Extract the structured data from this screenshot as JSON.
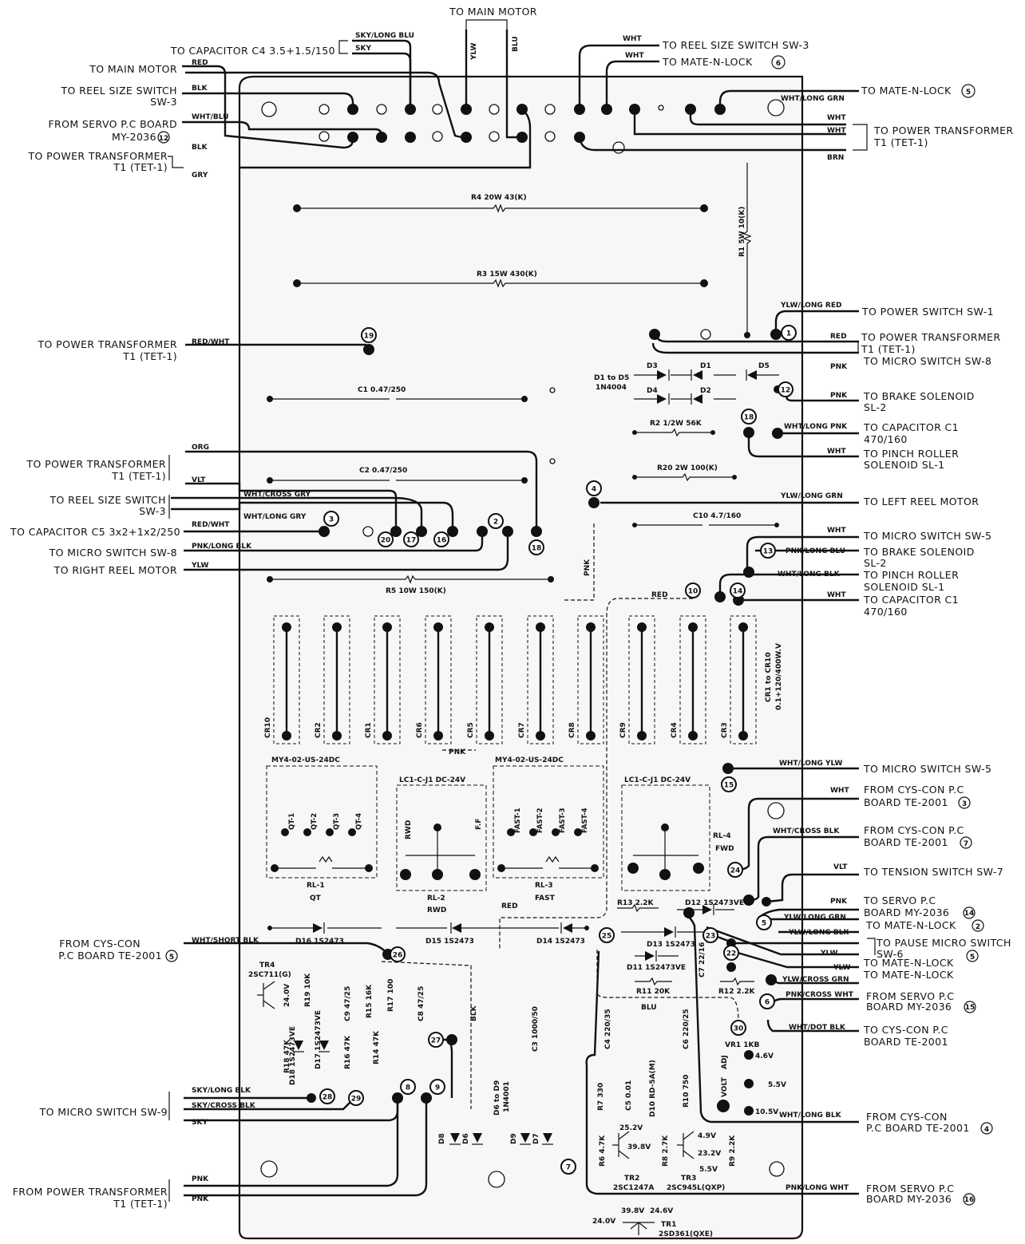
{
  "labels": {
    "main_motor_top": "TO MAIN MOTOR",
    "cap_c4": "TO CAPACITOR C4  3.5+1.5/150",
    "main_motor_left": "TO MAIN MOTOR",
    "reel_size_sw3_a": "TO REEL SIZE SWITCH",
    "reel_size_sw3_a2": "SW-3",
    "servo_my2036_12": "FROM SERVO P.C BOARD",
    "servo_my2036_12b": "MY-2036",
    "power_t1_a": "TO POWER TRANSFORMER",
    "power_t1_a2": "T1 (TET-1)",
    "reel_size_sw3_b": "TO REEL SIZE SWITCH SW-3",
    "mate_n_lock_6": "TO MATE-N-LOCK",
    "mate_n_lock_5": "TO MATE-N-LOCK",
    "power_t1_b": "TO POWER TRANSFORMER",
    "power_t1_b2": "T1 (TET-1)",
    "power_sw1": "TO POWER SWITCH SW-1",
    "power_t1_c": "TO POWER TRANSFORMER",
    "power_t1_c2": "T1 (TET-1)",
    "power_t1_d": "TO POWER TRANSFORMER",
    "power_t1_d2": "T1 (TET-1)",
    "micro_sw8_r": "TO MICRO SWITCH SW-8",
    "brake_sl2_a": "TO BRAKE SOLENOID",
    "brake_sl2_a2": "SL-2",
    "cap_c1_a": "TO CAPACITOR C1",
    "cap_c1_a2": "470/160",
    "pinch_sl1_a": "TO PINCH ROLLER",
    "pinch_sl1_a2": "SOLENOID SL-1",
    "power_t1_e": "TO POWER TRANSFORMER",
    "power_t1_e2": "T1 (TET-1)",
    "reel_size_sw3_c": "TO REEL SIZE SWITCH",
    "reel_size_sw3_c2": "SW-3",
    "cap_c5": "TO CAPACITOR C5  3x2+1x2/250",
    "micro_sw8_l": "TO MICRO SWITCH SW-8",
    "right_reel": "TO RIGHT REEL MOTOR",
    "left_reel": "TO LEFT REEL MOTOR",
    "micro_sw5_a": "TO MICRO SWITCH SW-5",
    "brake_sl2_b": "TO BRAKE SOLENOID",
    "brake_sl2_b2": "SL-2",
    "pinch_sl1_b": "TO PINCH ROLLER",
    "pinch_sl1_b2": "SOLENOID SL-1",
    "cap_c1_b": "TO CAPACITOR C1",
    "cap_c1_b2": "470/160",
    "micro_sw5_b": "TO MICRO SWITCH SW-5",
    "cyscon_3": "FROM CYS-CON P.C",
    "cyscon_3b": "BOARD TE-2001",
    "cyscon_7": "FROM CYS-CON P.C",
    "cyscon_7b": "BOARD TE-2001",
    "tension_sw7": "TO TENSION SWITCH SW-7",
    "servo_14": "TO SERVO P.C",
    "servo_14b": "BOARD MY-2036",
    "mate_n_lock_2": "TO MATE-N-LOCK",
    "pause_sw6": "TO PAUSE MICRO SWITCH",
    "pause_sw6b": "SW-6",
    "mate_n_lock_1": "TO MATE-N-LOCK",
    "mate_n_lock_3": "TO MATE-N-LOCK",
    "servo_15": "FROM SERVO P.C",
    "servo_15b": "BOARD MY-2036",
    "cyscon_6": "TO CYS-CON P.C",
    "cyscon_6b": "BOARD TE-2001",
    "cyscon_4": "FROM CYS-CON",
    "cyscon_4b": "P.C BOARD TE-2001",
    "servo_16": "FROM SERVO P.C",
    "servo_16b": "BOARD MY-2036",
    "cyscon_5": "FROM CYS-CON",
    "cyscon_5b": "P.C BOARD TE-2001",
    "micro_sw9": "TO MICRO SWITCH SW-9",
    "power_t1_f": "FROM POWER TRANSFORMER",
    "power_t1_f2": "T1 (TET-1)"
  },
  "wires": {
    "sky_long_blu": "SKY/LONG BLU",
    "sky": "SKY",
    "red": "RED",
    "blk": "BLK",
    "wht_blu": "WHT/BLU",
    "gry": "GRY",
    "ylw": "YLW",
    "blu": "BLU",
    "wht": "WHT",
    "wht_long_grn": "WHT/LONG GRN",
    "brn": "BRN",
    "red_wht": "RED/WHT",
    "ylw_long_red": "YLW/LONG RED",
    "pnk": "PNK",
    "wht_long_pnk": "WHT/LONG PNK",
    "org": "ORG",
    "vlt": "VLT",
    "wht_cross_gry": "WHT/CROSS GRY",
    "wht_long_gry": "WHT/LONG GRY",
    "pnk_long_blk": "PNK/LONG BLK",
    "ylw_long_grn": "YLW/LONG GRN",
    "pnk_long_blu": "PNK/LONG BLU",
    "wht_long_blk": "WHT/LONG BLK",
    "wht_long_ylw": "WHT/LONG YLW",
    "wht_cross_blk": "WHT/CROSS BLK",
    "ylw_long_blk": "YLW/LONG BLK",
    "ylw_cross_grn": "YLW/CROSS GRN",
    "pnk_cross_wht": "PNK/CROSS WHT",
    "wht_dot_blk": "WHT/DOT BLK",
    "pnk_long_wht": "PNK/LONG WHT",
    "wht_short_blk": "WHT/SHORT BLK",
    "sky_long_blk": "SKY/LONG BLK",
    "sky_cross_blk": "SKY/CROSS BLK"
  },
  "components": {
    "r4": "R4 20W 43(K)",
    "r3": "R3 15W 430(K)",
    "r1": "R1 5W 10(K)",
    "c1": "C1 0.47/250",
    "c2": "C2 0.47/250",
    "d1_d5": "D1 to D5",
    "in4004": "1N4004",
    "d3": "D3",
    "d1": "D1",
    "d5": "D5",
    "d4": "D4",
    "d2": "D2",
    "r2": "R2 1/2W 56K",
    "r20": "R20 2W 100(K)",
    "c10": "C10 4.7/160",
    "r5": "R5 10W 150(K)",
    "relays": [
      "CR10",
      "CR2",
      "CR1",
      "CR6",
      "CR5",
      "CR7",
      "CR8",
      "CR9",
      "CR4",
      "CR3"
    ],
    "cr_note": "CR1 to CR10",
    "cr_note2": "0.1+120/400W.V",
    "my4_a": "MY4-02-US-24DC",
    "my4_b": "MY4-02-US-24DC",
    "lc1_a": "LC1-C-J1 DC-24V",
    "lc1_b": "LC1-C-J1 DC-24V",
    "qt": [
      "QT-1",
      "QT-2",
      "QT-3",
      "QT-4"
    ],
    "fast": [
      "FAST-1",
      "FAST-2",
      "FAST-3",
      "FAST-4"
    ],
    "rwd": "RWD",
    "ff": "F.F",
    "rl1": "RL-1",
    "rl1n": "QT",
    "rl2": "RL-2",
    "rl2n": "RWD",
    "rl3": "RL-3",
    "rl3n": "FAST",
    "rl4": "RL-4",
    "rl4n": "FWD",
    "d16": "D16 1S2473",
    "d15": "D15 1S2473",
    "d14": "D14 1S2473",
    "d13": "D13 1S2473",
    "d12": "D12 1S2473VE",
    "d11": "D11 1S2473VE",
    "r13": "R13 2.2K",
    "r11": "R11 20K",
    "r12": "R12 2.2K",
    "c7": "C7 22/16",
    "tr4": "TR4",
    "tr4b": "2SC711(G)",
    "v24": "24.0V",
    "r19": "R19 10K",
    "c9": "C9 47/25",
    "r15": "R15 16K",
    "r17": "R17 100",
    "c8": "C8 47/25",
    "r18": "R18 47K",
    "d18": "D18 1S2473VE",
    "d17": "D17 1S2473VE",
    "r16": "R16 47K",
    "r14": "R14 47K",
    "c4": "C4 220/35",
    "c6": "C6 220/25",
    "c3": "C3 1000/50",
    "d6_d9": "D6 to D9",
    "in4001": "1N4001",
    "d8": "D8",
    "d6": "D6",
    "d9": "D9",
    "d7": "D7",
    "r7": "R7 330",
    "c5": "C5 0.01",
    "d10": "D10 RD-5A(M)",
    "r10": "R10 750",
    "vr1": "VR1 1KB",
    "adj": "ADJ",
    "volt": "VOLT",
    "v46": "4.6V",
    "v55": "5.5V",
    "v105": "10.5V",
    "v252": "25.2V",
    "v398": "39.8V",
    "v49": "4.9V",
    "v232": "23.2V",
    "v55b": "5.5V",
    "r6": "R6 4.7K",
    "r8": "R8 2.7K",
    "r9": "R9 2.2K",
    "tr2": "TR2",
    "tr2b": "2SC1247A",
    "tr3": "TR3",
    "tr3b": "2SC945L(QXP)",
    "tr1": "TR1",
    "tr1b": "2SD361(QXE)",
    "v240": "24.0V",
    "v398b": "39.8V",
    "v246": "24.6V"
  },
  "circled": {
    "n12": "12",
    "n6": "6",
    "n5": "5",
    "n1": "1",
    "n3": "3",
    "n7": "7",
    "n14": "14",
    "n2": "2",
    "n15": "15",
    "n4": "4",
    "n16": "16",
    "n5b": "5"
  },
  "nodes": [
    "19",
    "1",
    "12",
    "18",
    "4",
    "3",
    "20",
    "17",
    "16",
    "2",
    "18",
    "10",
    "13",
    "14",
    "15",
    "24",
    "5",
    "25",
    "23",
    "22",
    "26",
    "6",
    "30",
    "27",
    "28",
    "29",
    "8",
    "9",
    "7"
  ]
}
